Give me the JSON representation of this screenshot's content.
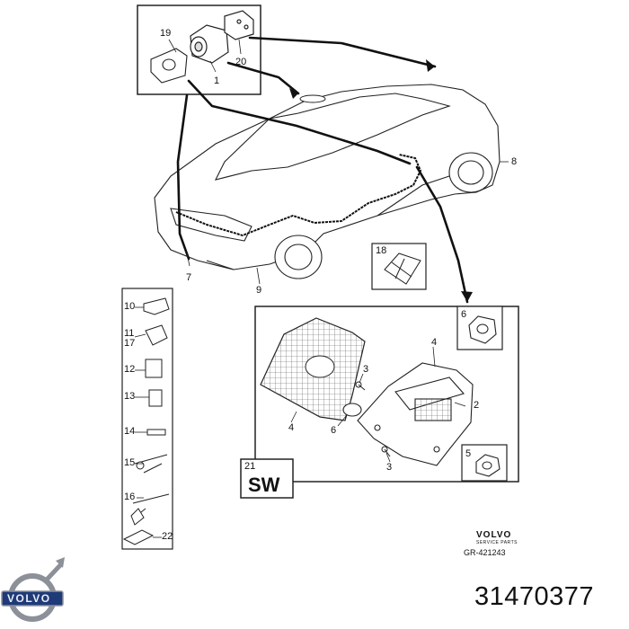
{
  "callouts": {
    "c1": "1",
    "c2": "2",
    "c3a": "3",
    "c3b": "3",
    "c4a": "4",
    "c4b": "4",
    "c5": "5",
    "c6a": "6",
    "c6b": "6",
    "c7": "7",
    "c8": "8",
    "c9": "9",
    "c10": "10",
    "c11": "11",
    "c12": "12",
    "c13": "13",
    "c14": "14",
    "c15": "15",
    "c16": "16",
    "c17": "17",
    "c18": "18",
    "c19": "19",
    "c20": "20",
    "c21": "21",
    "c22": "22"
  },
  "sw_label": "SW",
  "brand": {
    "word": "VOLVO",
    "subline": "SERVICE PARTS",
    "ref": "GR-421243"
  },
  "logo_word": "VOLVO",
  "part_number": "31470377",
  "colors": {
    "line": "#111111",
    "logo_blue": "#1e3a78",
    "logo_silver": "#8c9099"
  }
}
